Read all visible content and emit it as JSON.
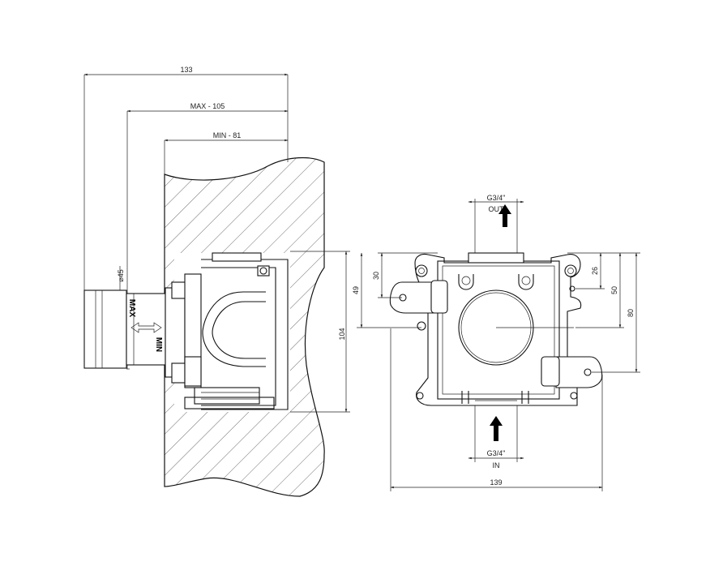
{
  "side_view": {
    "dim_total": "133",
    "dim_max": "MAX - 105",
    "dim_min": "MIN - 81",
    "dim_diameter": "⌀45",
    "dim_height": "104",
    "label_max": "MAX",
    "label_min": "MIN"
  },
  "front_view": {
    "outlet_thread": "G3/4\"",
    "outlet_label": "OUT",
    "inlet_thread": "G3/4\"",
    "inlet_label": "IN",
    "dim_30": "30",
    "dim_49": "49",
    "dim_26": "26",
    "dim_50": "50",
    "dim_80": "80",
    "dim_width": "139"
  }
}
